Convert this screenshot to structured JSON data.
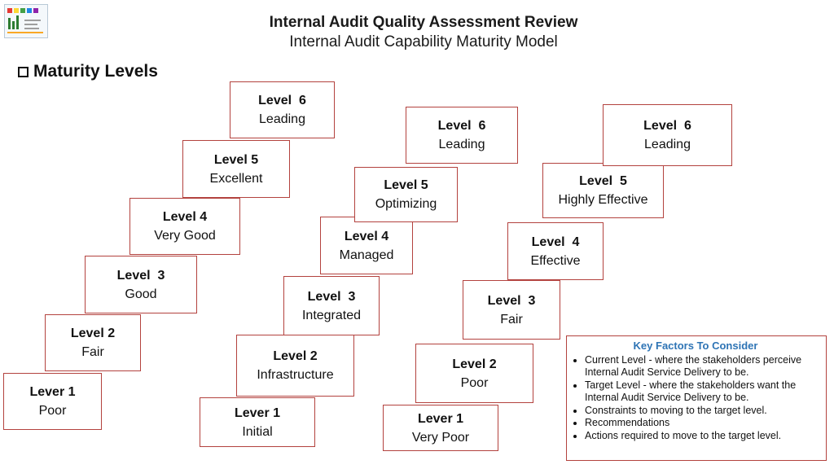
{
  "header": {
    "title": "Internal Audit Quality Assessment Review",
    "subtitle": "Internal  Audit Capability Maturity Model"
  },
  "section": {
    "heading": "Maturity Levels"
  },
  "ladders": [
    {
      "levels": [
        {
          "level": "Lever 1",
          "desc": "Poor"
        },
        {
          "level": "Level 2",
          "desc": "Fair"
        },
        {
          "level": "Level  3",
          "desc": "Good"
        },
        {
          "level": "Level 4",
          "desc": "Very Good"
        },
        {
          "level": "Level 5",
          "desc": "Excellent"
        },
        {
          "level": "Level  6",
          "desc": "Leading"
        }
      ]
    },
    {
      "levels": [
        {
          "level": "Lever 1",
          "desc": "Initial"
        },
        {
          "level": "Level 2",
          "desc": "Infrastructure"
        },
        {
          "level": "Level  3",
          "desc": "Integrated"
        },
        {
          "level": "Level 4",
          "desc": "Managed"
        },
        {
          "level": "Level 5",
          "desc": "Optimizing"
        },
        {
          "level": "Level  6",
          "desc": "Leading"
        }
      ]
    },
    {
      "levels": [
        {
          "level": "Lever 1",
          "desc": "Very Poor"
        },
        {
          "level": "Level 2",
          "desc": "Poor"
        },
        {
          "level": "Level  3",
          "desc": "Fair"
        },
        {
          "level": "Level  4",
          "desc": "Effective"
        },
        {
          "level": "Level  5",
          "desc": "Highly Effective"
        },
        {
          "level": "Level  6",
          "desc": "Leading"
        }
      ]
    }
  ],
  "key_factors": {
    "title": "Key Factors To Consider",
    "items": [
      "Current Level - where the stakeholders perceive Internal Audit Service Delivery to be.",
      "Target Level - where the stakeholders want the Internal Audit Service Delivery to be.",
      "Constraints to moving to the target level.",
      "Recommendations",
      "Actions required to move to the target level."
    ]
  }
}
